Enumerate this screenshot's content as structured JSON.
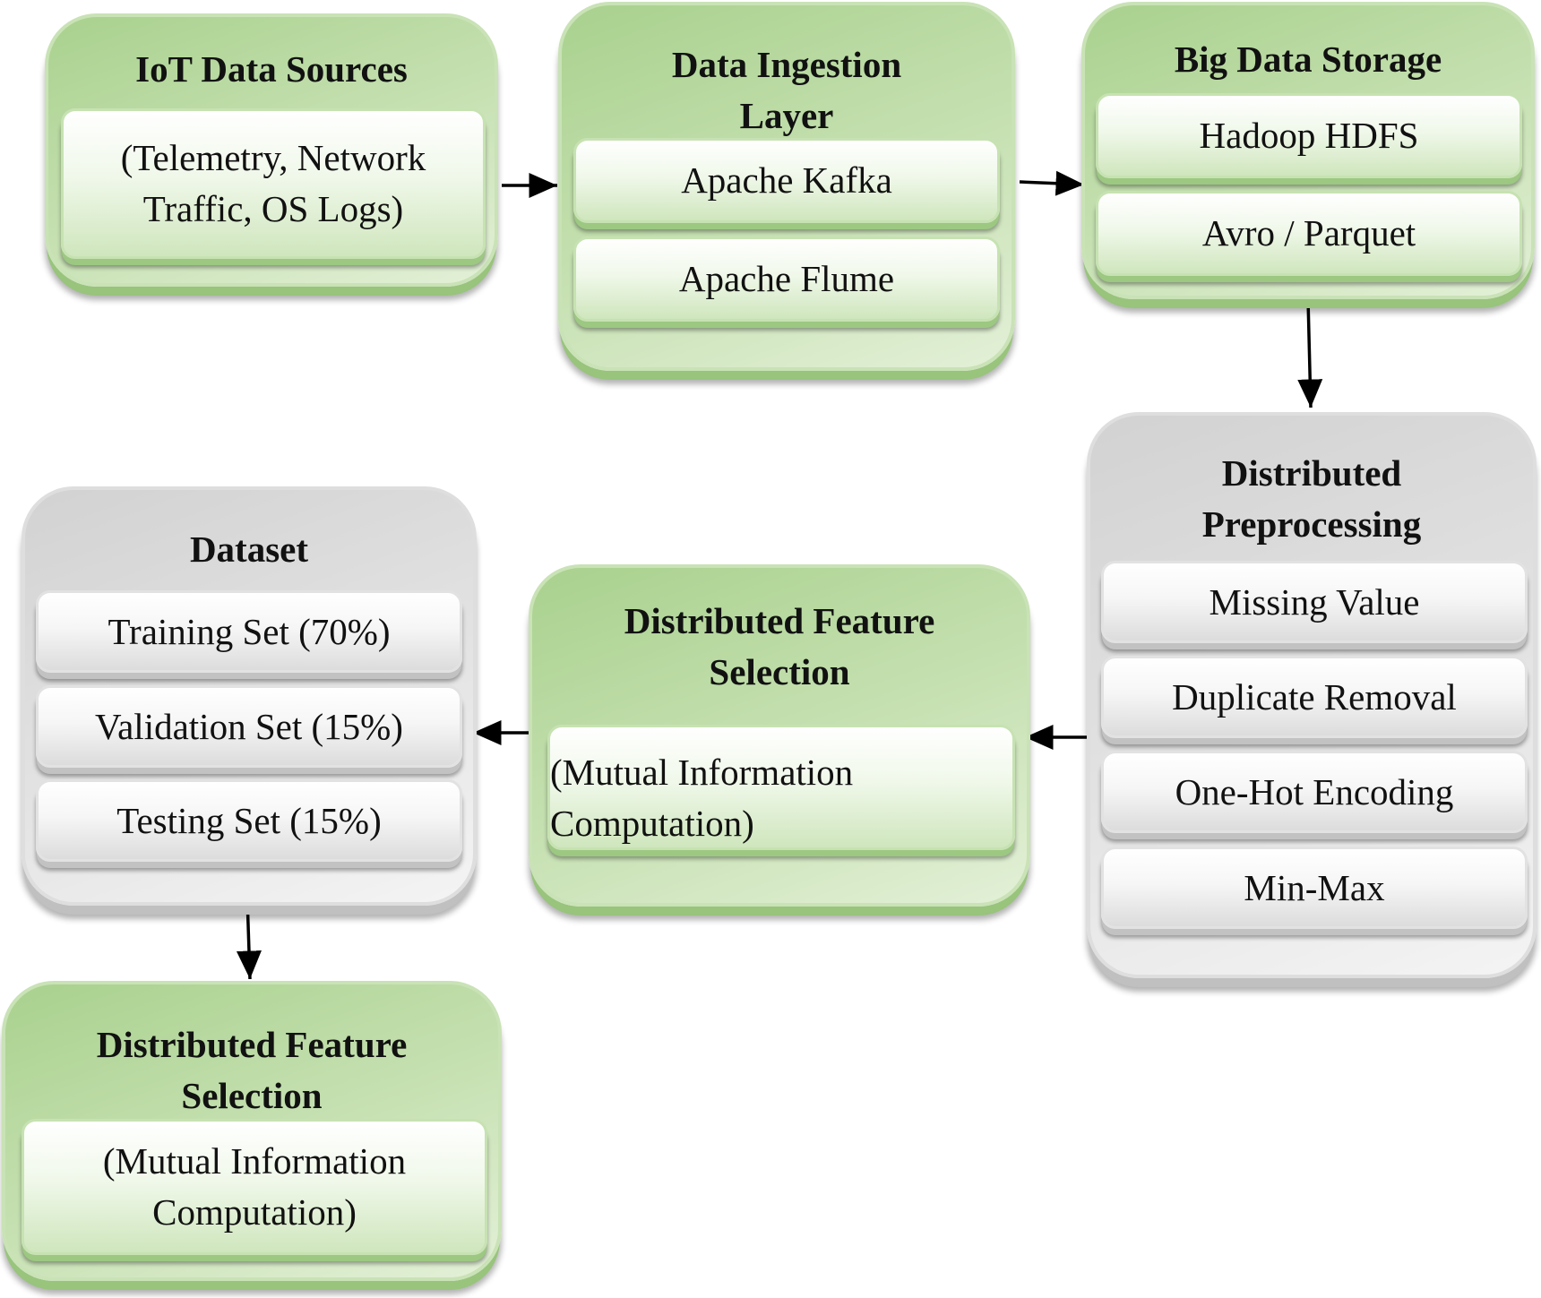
{
  "iot_sources": {
    "title": "IoT Data Sources",
    "detail_line1": "(Telemetry, Network",
    "detail_line2": "Traffic, OS Logs)"
  },
  "ingestion": {
    "title_line1": "Data Ingestion",
    "title_line2": "Layer",
    "items": [
      "Apache Kafka",
      "Apache Flume"
    ]
  },
  "storage": {
    "title": "Big Data Storage",
    "items": [
      "Hadoop HDFS",
      "Avro / Parquet"
    ]
  },
  "preprocessing": {
    "title_line1": "Distributed",
    "title_line2": "Preprocessing",
    "items": [
      "Missing Value",
      "Duplicate Removal",
      "One-Hot Encoding",
      "Min-Max"
    ]
  },
  "feature_selection_middle": {
    "title_line1": "Distributed Feature",
    "title_line2": "Selection",
    "detail_line1": "(Mutual Information",
    "detail_line2": "Computation)"
  },
  "dataset": {
    "title": "Dataset",
    "items": [
      "Training Set (70%)",
      "Validation Set (15%)",
      "Testing Set (15%)"
    ]
  },
  "feature_selection_bottom": {
    "title_line1": "Distributed Feature",
    "title_line2": "Selection",
    "detail_line1": "(Mutual Information",
    "detail_line2": "Computation)"
  },
  "colors": {
    "green_panel": "#a9d18e",
    "gray_panel": "#d2d2d2",
    "arrow": "#000000"
  }
}
